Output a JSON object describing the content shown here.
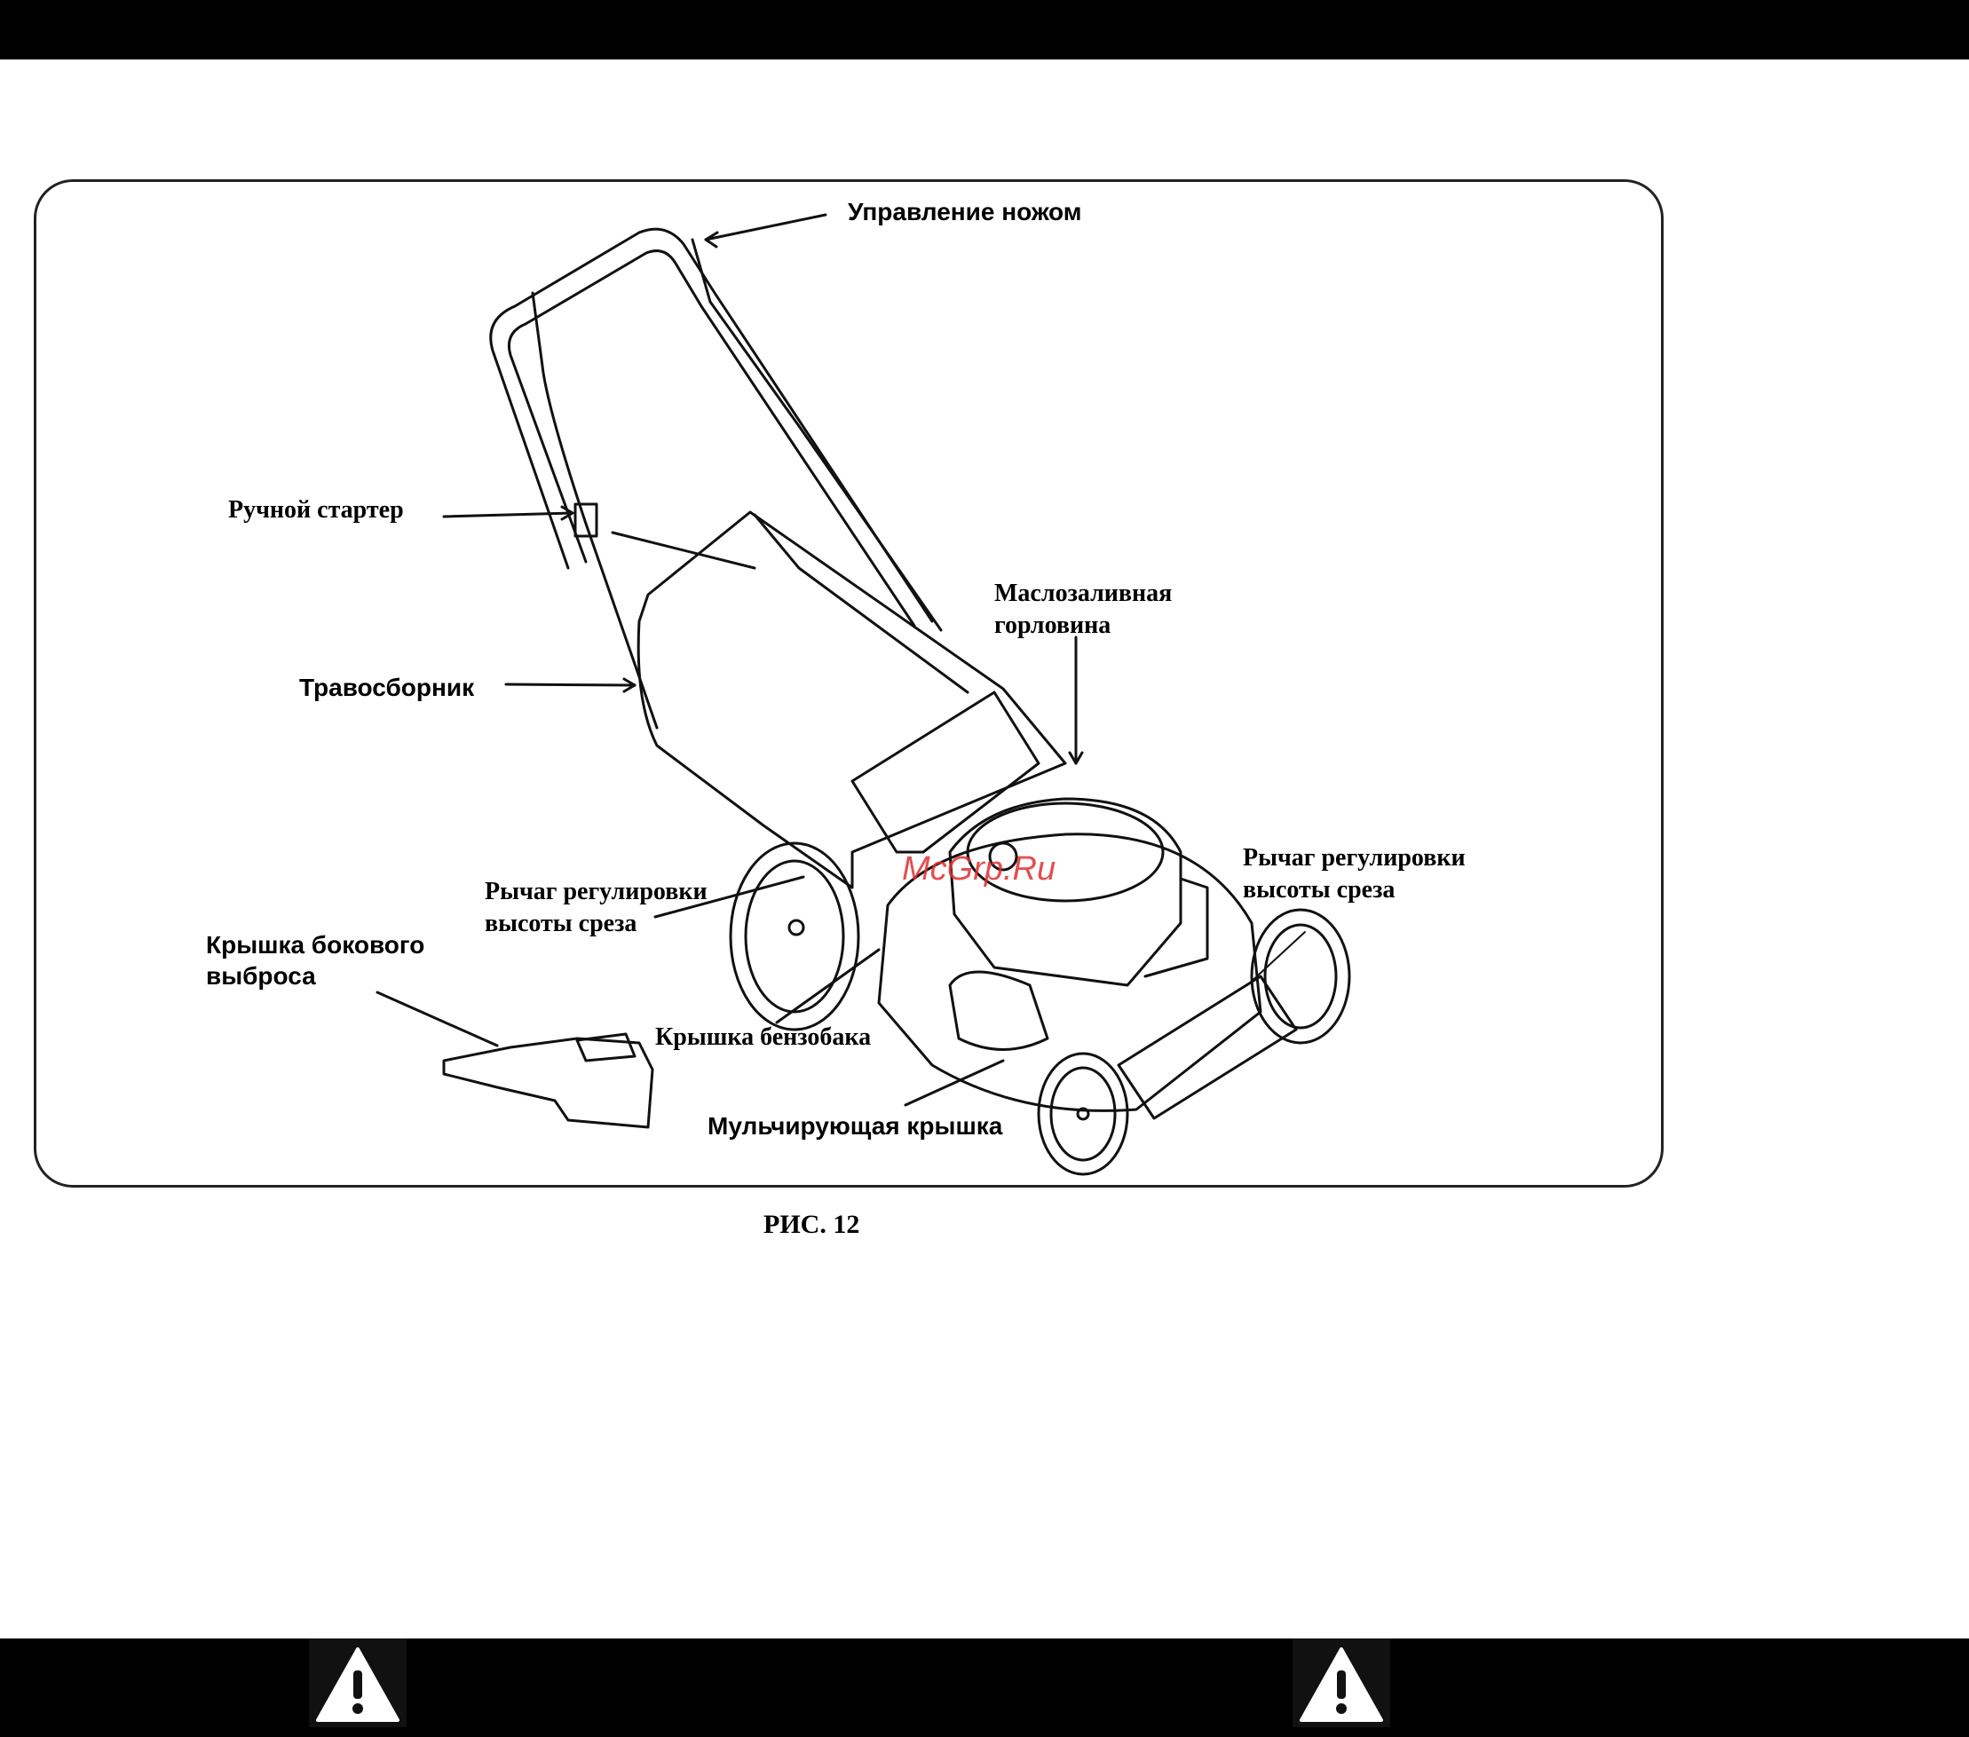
{
  "figure": {
    "labels": {
      "blade_control": "Управление ножом",
      "manual_starter": "Ручной стартер",
      "oil_filler_line1": "Маслозаливная",
      "oil_filler_line2": "горловина",
      "grass_catcher": "Травосборник",
      "height_lever_right_line1": "Рычаг регулировки",
      "height_lever_right_line2": "высоты среза",
      "height_lever_left_line1": "Рычаг регулировки",
      "height_lever_left_line2": "высоты среза",
      "side_discharge_line1": "Крышка бокового",
      "side_discharge_line2": "выброса",
      "fuel_cap": "Крышка бензобака",
      "mulch_plug": "Мульчирующая крышка"
    },
    "caption": "РИС. 12"
  },
  "watermark": "McGrp.Ru",
  "icons": [
    "warning-icon",
    "warning-icon"
  ]
}
